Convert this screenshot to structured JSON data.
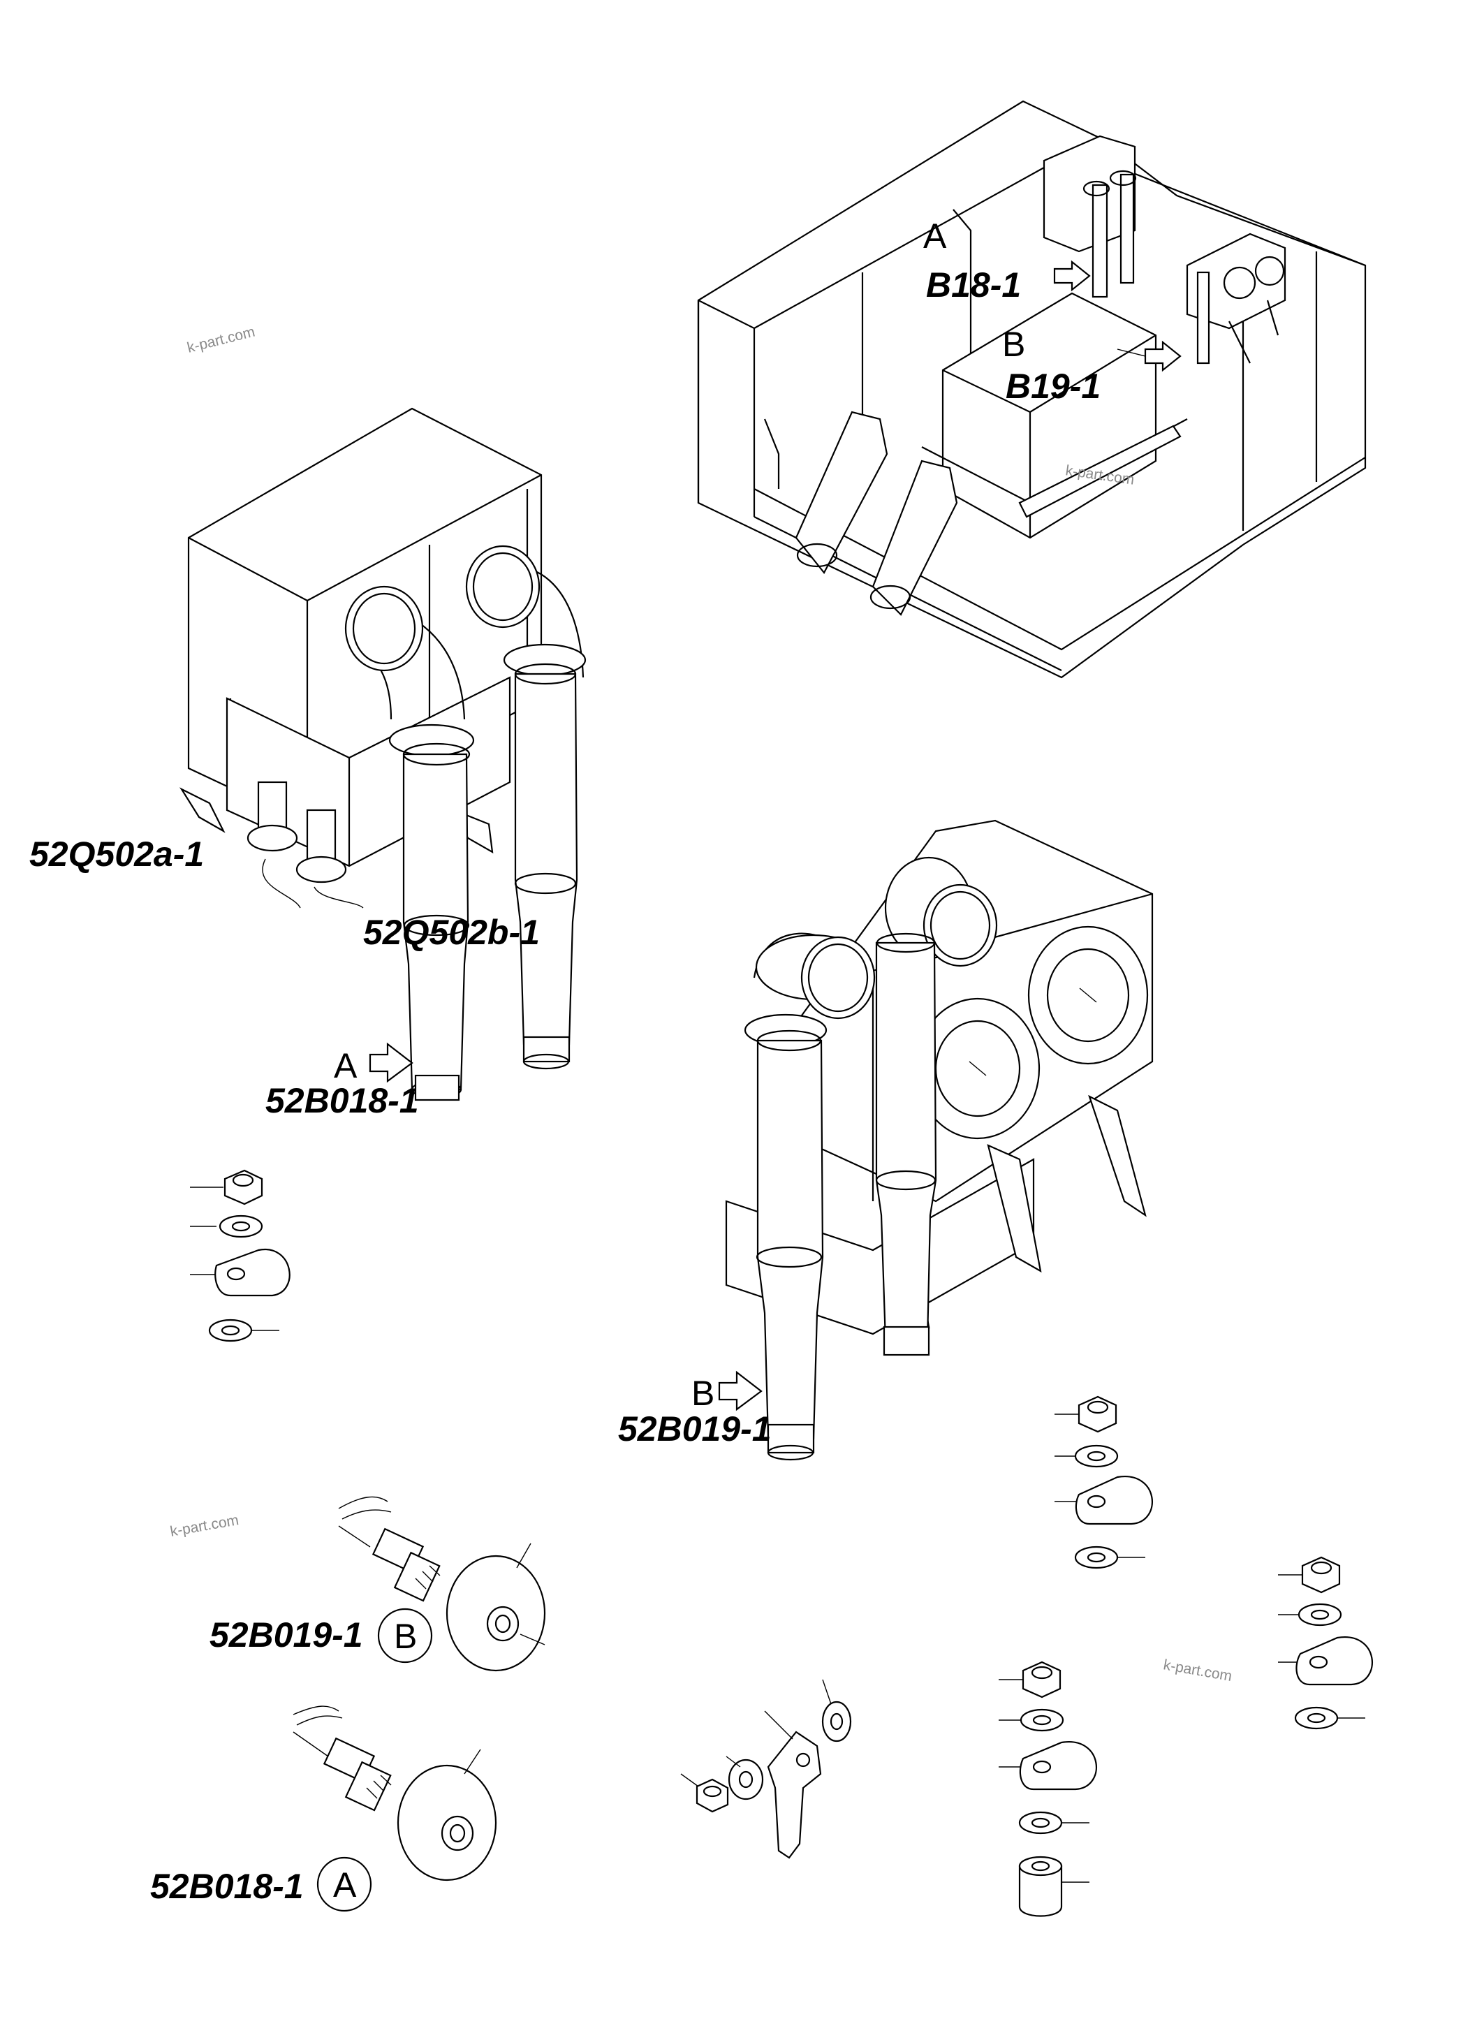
{
  "labels": {
    "b18_letter": "A",
    "b18_code": "B18-1",
    "b19_letter": "B",
    "b19_code": "B19-1",
    "q502a": "52Q502a-1",
    "q502b": "52Q502b-1",
    "a_letter_left": "A",
    "b018_left": "52B018-1",
    "b_letter_right": "B",
    "b019_right": "52B019-1",
    "b019_detail": "52B019-1",
    "b019_detail_circle": "B",
    "b018_detail": "52B018-1",
    "b018_detail_circle": "A"
  },
  "watermarks": [
    "k-part.com",
    "k-part.com",
    "k-part.com",
    "k-part.com"
  ],
  "colors": {
    "line": "#000000",
    "watermark": "#8a8a8a",
    "background": "#ffffff"
  }
}
